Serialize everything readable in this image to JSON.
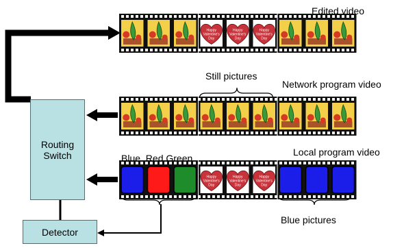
{
  "labels": {
    "edited_video": "Edited video",
    "still_pictures": "Still pictures",
    "network_program_video": "Network program video",
    "local_program_video": "Local program video",
    "blue_red_green": "Blue  Red Green",
    "blue_pictures": "Blue pictures"
  },
  "boxes": {
    "routing_switch_line1": "Routing",
    "routing_switch_line2": "Switch",
    "detector": "Detector"
  },
  "frame_text": {
    "line1": "Happy",
    "line2": "Valentine's",
    "line3": "Day"
  },
  "strips": {
    "edited": [
      "plant",
      "plant",
      "plant",
      "heart",
      "heart",
      "heart",
      "plant",
      "plant",
      "plant"
    ],
    "network": [
      "plant",
      "plant",
      "plant",
      "plant",
      "plant",
      "plant",
      "plant",
      "plant",
      "plant"
    ],
    "local": [
      "blue",
      "red",
      "green",
      "heart",
      "heart",
      "heart",
      "blue",
      "blue",
      "blue"
    ]
  },
  "colors": {
    "box_fill": "#b9e0e2",
    "blue": "#1a1ee8",
    "red": "#ff1a1a",
    "green": "#1f8c2c",
    "heart": "#c8323a",
    "film": "#111111"
  }
}
